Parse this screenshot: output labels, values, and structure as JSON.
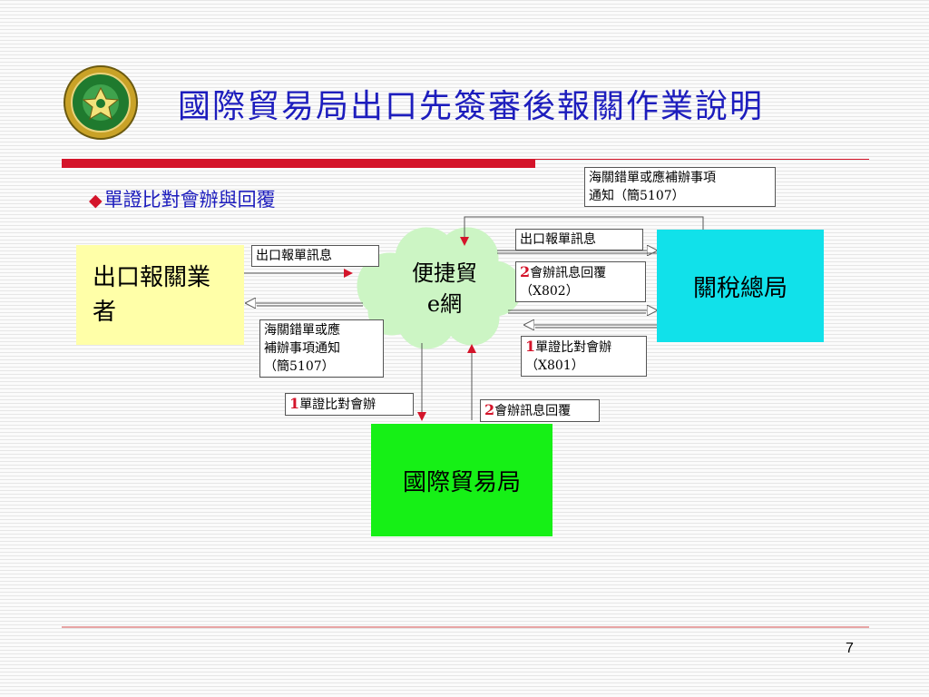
{
  "title": "國際貿易局出口先簽審後報關作業說明",
  "subtitle": "單證比對會辦與回覆",
  "page_number": "7",
  "nodes": {
    "exporter": "出口報關業者",
    "network_line1": "便捷貿",
    "network_line2": "e網",
    "customs": "關稅總局",
    "trade_bureau": "國際貿易局"
  },
  "labels": {
    "customs_notice_top": {
      "line1": "海關錯單或應補辦事項",
      "line2": "通知（簡5107）"
    },
    "export_msg_right": "出口報單訊息",
    "export_msg_left": "出口報單訊息",
    "reply_x802": {
      "num": "2",
      "line1": "會辦訊息回覆",
      "line2": "（X802）"
    },
    "compare_x801": {
      "num": "1",
      "line1": "單證比對會辦",
      "line2": "（X801）"
    },
    "customs_notice_left": {
      "line1": "海關錯單或應",
      "line2": "補辦事項通知",
      "line3": "（簡5107）"
    },
    "compare_down": {
      "num": "1",
      "text": "單證比對會辦"
    },
    "reply_up": {
      "num": "2",
      "text": "會辦訊息回覆"
    }
  },
  "colors": {
    "title": "#1d1dbd",
    "accent_red": "#d4142a",
    "exporter_fill": "#ffffa8",
    "customs_fill": "#11e1ea",
    "trade_fill": "#16f016",
    "cloud_fill": "#ccf5c4"
  }
}
